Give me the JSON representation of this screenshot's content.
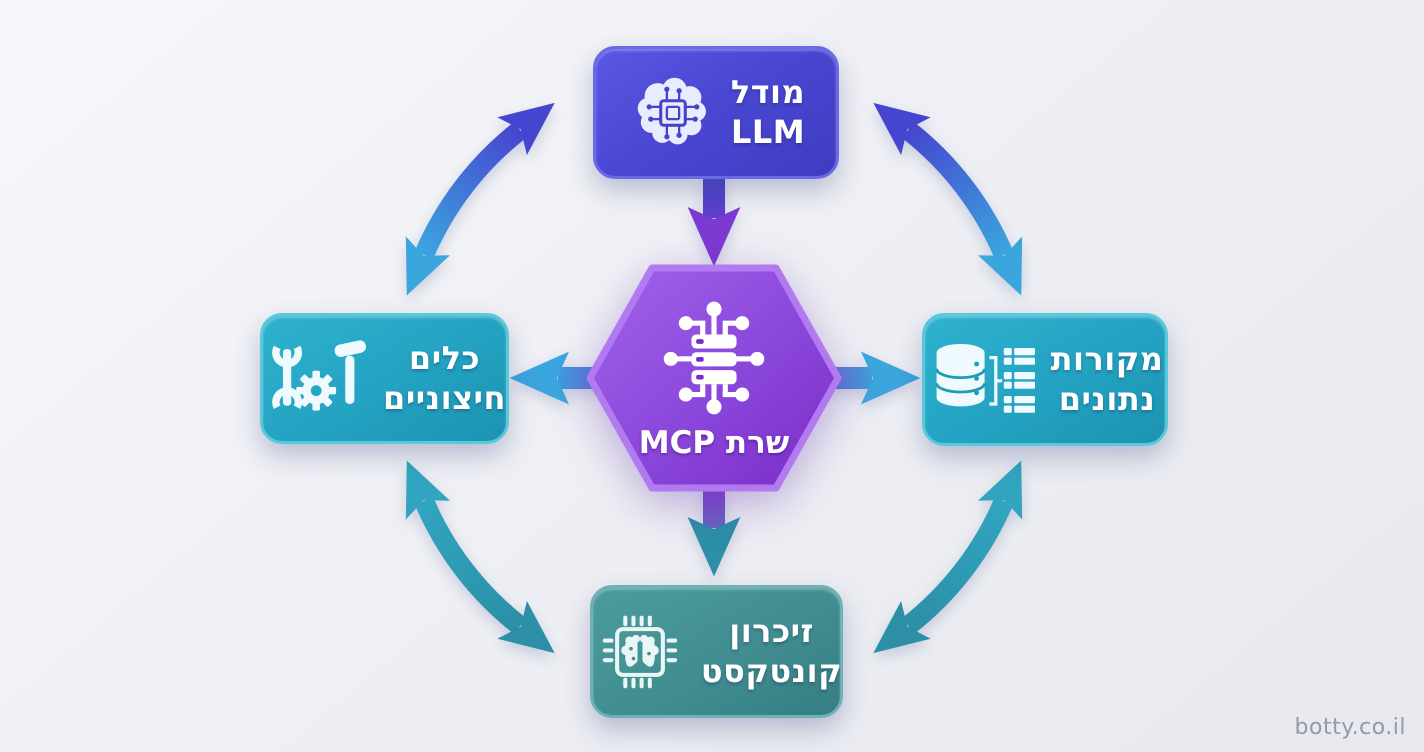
{
  "diagram_title": "MCP architecture diagram",
  "colors": {
    "node_llm": "#4a48d2",
    "node_hub": "#8a46da",
    "node_teal": "#23a2c1",
    "node_teal_dark": "#418d90",
    "arrow_indigo": "#4645cf",
    "arrow_blue": "#3ba5de",
    "arrow_purple": "#7d3ad2",
    "arrow_teal": "#31a5c0",
    "arrow_teal_dark": "#2c8fa6",
    "background": "#eff0f5"
  },
  "center_node": {
    "label": "שרת MCP",
    "icon": "server-network-icon"
  },
  "nodes": {
    "top": {
      "line1": "מודל",
      "line2": "LLM",
      "icon": "brain-circuit-icon"
    },
    "left": {
      "line1": "כלים",
      "line2": "חיצוניים",
      "icon": "tools-icon"
    },
    "right": {
      "line1": "מקורות",
      "line2": "נתונים",
      "icon": "database-icon"
    },
    "bottom": {
      "line1": "זיכרון",
      "line2": "קונטקסט",
      "icon": "memory-chip-icon"
    }
  },
  "connections": {
    "straight": [
      "llm-to-hub",
      "hub-to-tools",
      "hub-to-data-sources",
      "hub-to-memory"
    ],
    "curved_bidirectional": [
      "tools-llm",
      "llm-data-sources",
      "data-sources-memory",
      "memory-tools"
    ]
  },
  "watermark": "botty.co.il"
}
